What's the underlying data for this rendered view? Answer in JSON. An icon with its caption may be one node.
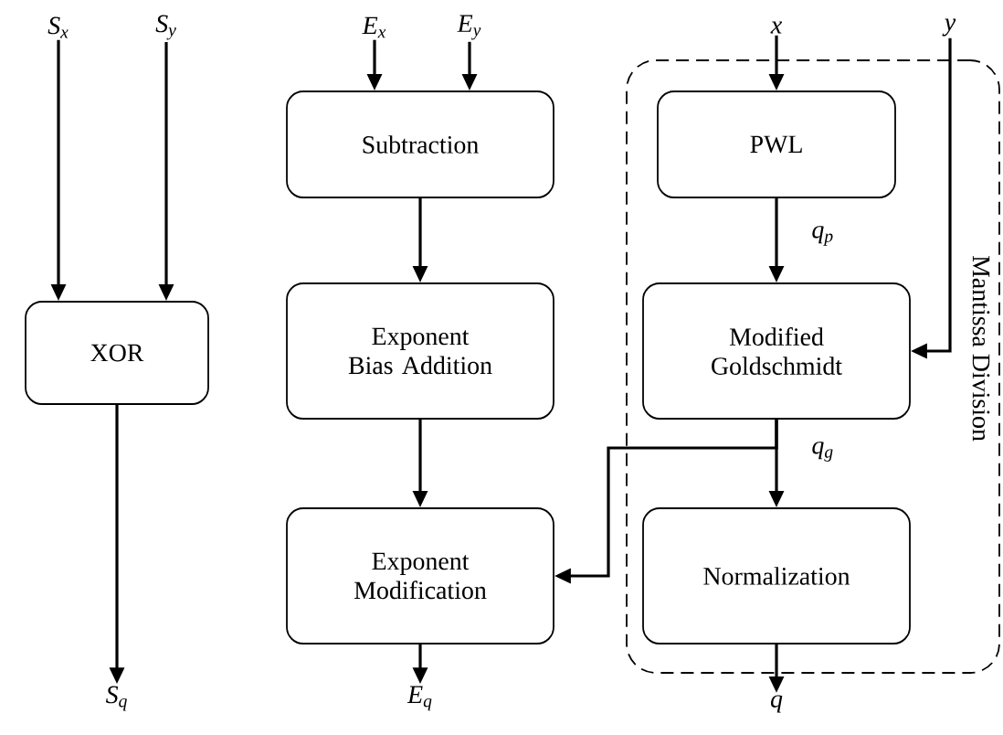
{
  "diagram": {
    "nodes": [
      {
        "text": [
          "S$_{x}$"
        ]
      },
      {
        "text": [
          "S$_{y}$"
        ]
      },
      {
        "text": [
          "XOR"
        ]
      },
      {
        "text": [
          "S$_{q}$"
        ]
      },
      {
        "text": [
          "E$_{x}$"
        ]
      },
      {
        "text": [
          "E$_{y}$"
        ]
      },
      {
        "text": [
          "Subtraction"
        ]
      },
      {
        "text": [
          "Exponent Bias Addition"
        ]
      },
      {
        "text": [
          "Exponent Modification"
        ]
      },
      {
        "text": [
          "E$_{q}$"
        ]
      },
      {
        "text": [
          "Mantissa Division"
        ]
      },
      {
        "text": [
          "x"
        ]
      },
      {
        "text": [
          "y"
        ]
      },
      {
        "text": [
          "PWL"
        ],
        "in": 10
      },
      {
        "text": [
          "Modified Goldschmidt"
        ],
        "in": 10
      },
      {
        "text": [
          "Normalization"
        ],
        "in": 10
      },
      {
        "text": [
          "q"
        ]
      }
    ],
    "edges": [
      {
        "from": 0,
        "to": 2,
        "arrow": "to"
      },
      {
        "from": 1,
        "to": 2,
        "arrow": "to"
      },
      {
        "from": 2,
        "to": 3,
        "arrow": "to"
      },
      {
        "from": 4,
        "to": 6,
        "arrow": "to"
      },
      {
        "from": 5,
        "to": 6,
        "arrow": "to"
      },
      {
        "from": 6,
        "to": 7,
        "arrow": "to"
      },
      {
        "from": 7,
        "to": 8,
        "arrow": "to"
      },
      {
        "from": 8,
        "to": 9,
        "arrow": "to"
      },
      {
        "from": 11,
        "to": 13,
        "arrow": "to"
      },
      {
        "from": 12,
        "to": 14,
        "arrow": "to"
      },
      {
        "from": 13,
        "to": 14,
        "arrow": "to",
        "label": "q$_{p}$"
      },
      {
        "from": 14,
        "to": 15,
        "arrow": "to",
        "label": "q$_{g}$"
      },
      {
        "from": 14,
        "to": 8,
        "arrow": "to"
      },
      {
        "from": 15,
        "to": 16,
        "arrow": "to"
      }
    ]
  }
}
